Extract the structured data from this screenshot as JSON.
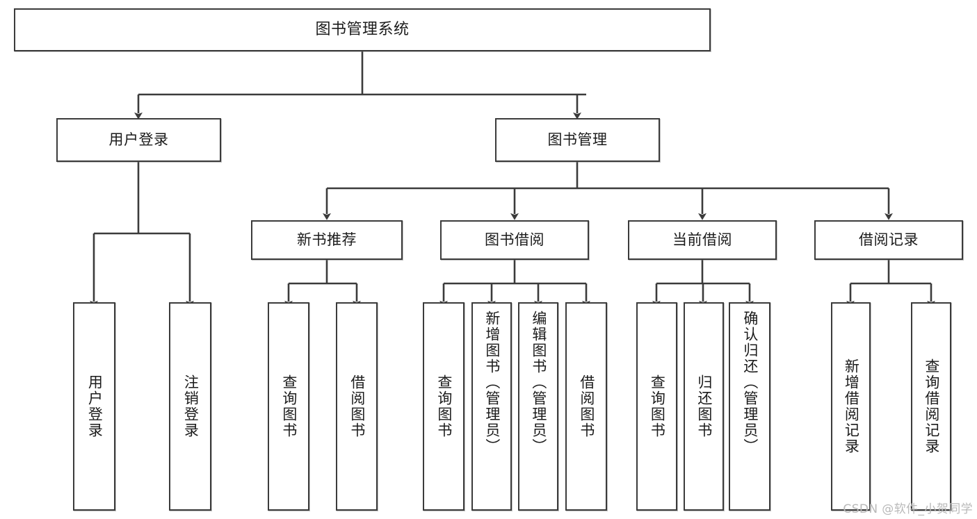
{
  "diagram": {
    "title": "图书管理系统",
    "watermark": "CSDN @软件_小贺同学",
    "colors": {
      "stroke": "#3b3b3b",
      "fill": "#ffffff",
      "text": "#1b1b1b",
      "watermark": "#b9b9b9"
    },
    "nodes": {
      "root": {
        "label": "图书管理系统"
      },
      "level1": [
        {
          "label": "用户登录"
        },
        {
          "label": "图书管理"
        }
      ],
      "level2": [
        {
          "label": "新书推荐"
        },
        {
          "label": "图书借阅"
        },
        {
          "label": "当前借阅"
        },
        {
          "label": "借阅记录"
        }
      ],
      "leaves": {
        "user_login": [
          {
            "label": "用户登录"
          },
          {
            "label": "注销登录"
          }
        ],
        "new_book": [
          {
            "label": "查询图书"
          },
          {
            "label": "借阅图书"
          }
        ],
        "borrow": [
          {
            "label": "查询图书"
          },
          {
            "label": "新增图书（管理员）"
          },
          {
            "label": "编辑图书（管理员）"
          },
          {
            "label": "借阅图书"
          }
        ],
        "current": [
          {
            "label": "查询图书"
          },
          {
            "label": "归还图书"
          },
          {
            "label": "确认归还（管理员）"
          }
        ],
        "records": [
          {
            "label": "新增借阅记录"
          },
          {
            "label": "查询借阅记录"
          }
        ]
      }
    }
  }
}
